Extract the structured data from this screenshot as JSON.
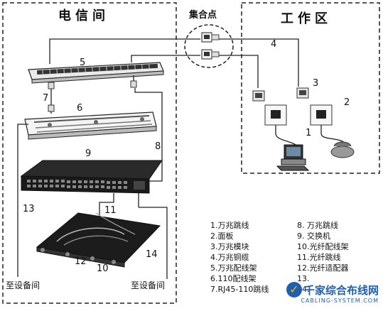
{
  "regions": {
    "telecom_room": "电信间",
    "consolidation_point": "集合点",
    "work_area": "工作区"
  },
  "callouts": [
    "1",
    "2",
    "3",
    "4",
    "5",
    "6",
    "7",
    "8",
    "9",
    "10",
    "11",
    "12",
    "13",
    "14"
  ],
  "bottom_labels": {
    "left": "至设备间",
    "right": "至设备间"
  },
  "legend": {
    "left": [
      "1.万兆跳线",
      "2.面板",
      "3.万兆模块",
      "4.万兆铜缆",
      "5.万兆配线架",
      "6.110配线架",
      "7.RJ45-110跳线"
    ],
    "right": [
      "8. 万兆跳线",
      "9. 交换机",
      "10.光纤配线架",
      "11.光纤跳线",
      "12.光纤适配器",
      "13.",
      "14."
    ]
  },
  "watermark": {
    "main": "千家综合布线网",
    "sub": "CABLING-SYSTEM.COM"
  }
}
